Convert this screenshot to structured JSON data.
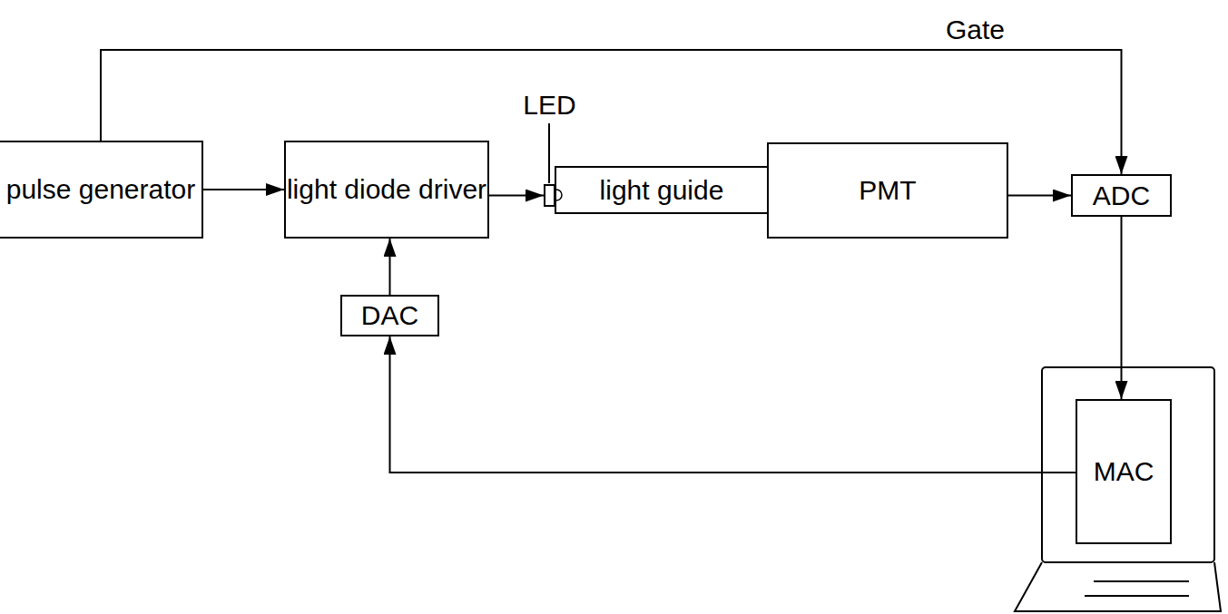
{
  "diagram": {
    "nodes": [
      {
        "text": [
          "pulse generator"
        ]
      },
      {
        "text": [
          "light diode driver"
        ]
      },
      {
        "text": [
          "LED"
        ]
      },
      {
        "text": [
          "light guide"
        ]
      },
      {
        "text": [
          "PMT"
        ]
      },
      {
        "text": [
          "ADC"
        ]
      },
      {
        "text": [
          "DAC"
        ]
      },
      {
        "text": [
          "MAC"
        ]
      }
    ],
    "edges": [
      {
        "from": 0,
        "to": 1,
        "arrow": "to"
      },
      {
        "from": 0,
        "to": 5,
        "label": "Gate",
        "arrow": "to"
      },
      {
        "from": 1,
        "to": 2,
        "arrow": "to"
      },
      {
        "from": 4,
        "to": 5,
        "arrow": "to"
      },
      {
        "from": 5,
        "to": 7,
        "arrow": "to"
      },
      {
        "from": 7,
        "to": 6,
        "arrow": "to"
      },
      {
        "from": 6,
        "to": 1,
        "arrow": "to"
      }
    ]
  }
}
